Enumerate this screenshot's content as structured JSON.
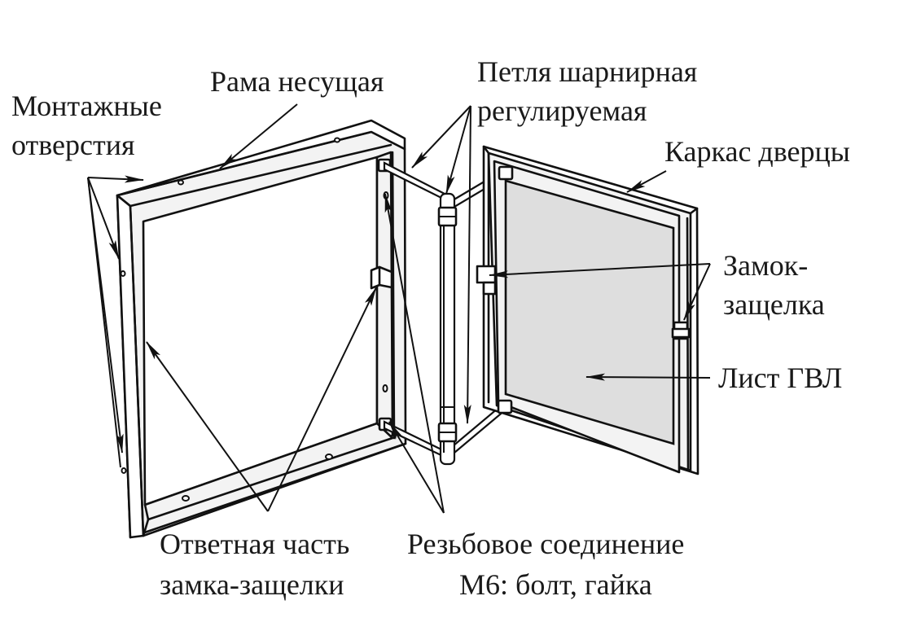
{
  "diagram": {
    "title": "Ревизионный люк: устройство",
    "labels": {
      "mounting_holes": [
        "Монтажные",
        "отверстия"
      ],
      "frame": [
        "Рама несущая"
      ],
      "hinge": [
        "Петля шарнирная",
        "регулируемая"
      ],
      "door_frame": [
        "Каркас дверцы"
      ],
      "latch": [
        "Замок-",
        "защелка"
      ],
      "gvl_sheet": [
        "Лист ГВЛ"
      ],
      "strike": [
        "Ответная часть",
        "замка-защелки"
      ],
      "threaded": [
        "Резьбовое соединение",
        "М6: болт, гайка"
      ]
    },
    "colors": {
      "line": "#111111",
      "panel_fill": "#dedede",
      "frame_fill": "#f3f3f3",
      "background": "#ffffff"
    }
  }
}
